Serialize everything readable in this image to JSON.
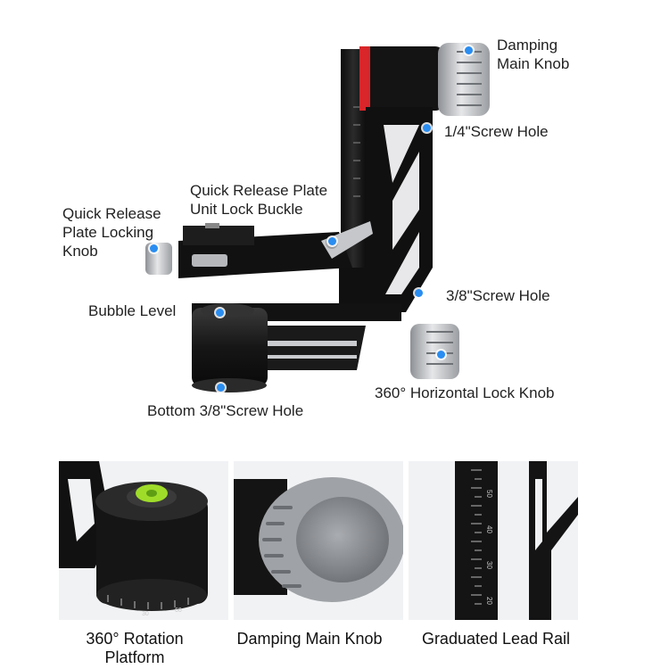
{
  "callouts": {
    "damping_main_knob": "Damping\nMain Knob",
    "screw_hole_quarter": "1/4\"Screw Hole",
    "qr_plate_unit_lock_buckle": "Quick Release Plate\nUnit Lock Buckle",
    "qr_plate_locking_knob": "Quick Release\nPlate Locking\nKnob",
    "screw_hole_three_eighths": "3/8\"Screw Hole",
    "bubble_level": "Bubble Level",
    "horizontal_lock_knob": "360° Horizontal Lock Knob",
    "bottom_screw_hole": "Bottom 3/8\"Screw Hole"
  },
  "details": [
    {
      "caption": "360° Rotation\nPlatform"
    },
    {
      "caption": "Damping Main Knob"
    },
    {
      "caption": "Graduated Lead Rail"
    }
  ],
  "rail_scale": [
    "50",
    "40",
    "30",
    "20"
  ],
  "base_scale": [
    "30",
    "60"
  ],
  "colors": {
    "accent_dot": "#2a8df0",
    "body": "#151515",
    "red_ring": "#d8262a",
    "knob": "#b9bcc0"
  }
}
